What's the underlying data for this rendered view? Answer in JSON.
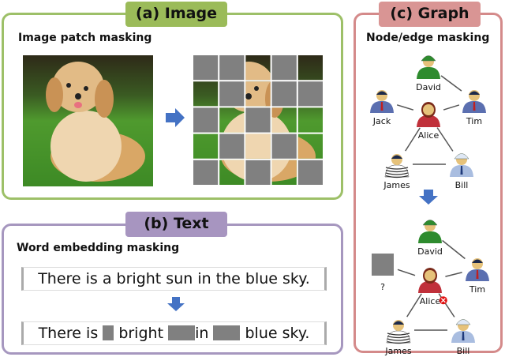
{
  "image_panel": {
    "title": "(a) Image",
    "subtitle": "Image patch masking",
    "mask_grid": [
      [
        1,
        1,
        0,
        1,
        0
      ],
      [
        0,
        1,
        0,
        1,
        1
      ],
      [
        1,
        0,
        1,
        0,
        0
      ],
      [
        0,
        1,
        0,
        1,
        0
      ],
      [
        1,
        0,
        1,
        0,
        1
      ]
    ]
  },
  "text_panel": {
    "title": "(b) Text",
    "subtitle": "Word embedding masking",
    "original_sentence": "There is a bright sun in the blue sky.",
    "masked_sentence": {
      "part1": "There is",
      "part2": "bright",
      "part3": "in",
      "part4": "blue sky."
    }
  },
  "graph_panel": {
    "title": "(c) Graph",
    "subtitle": "Node/edge masking",
    "original": {
      "nodes": [
        {
          "name": "David",
          "icon": "officer"
        },
        {
          "name": "Jack",
          "icon": "suit"
        },
        {
          "name": "Tim",
          "icon": "suit"
        },
        {
          "name": "Alice",
          "icon": "woman"
        },
        {
          "name": "James",
          "icon": "prisoner"
        },
        {
          "name": "Bill",
          "icon": "police"
        }
      ],
      "edges": [
        [
          "David",
          "Tim"
        ],
        [
          "Jack",
          "Alice"
        ],
        [
          "Tim",
          "Alice"
        ],
        [
          "Alice",
          "James"
        ],
        [
          "Alice",
          "Bill"
        ],
        [
          "James",
          "Bill"
        ]
      ]
    },
    "masked": {
      "nodes": [
        {
          "name": "David",
          "icon": "officer"
        },
        {
          "name": "?",
          "icon": "masked"
        },
        {
          "name": "Tim",
          "icon": "suit"
        },
        {
          "name": "Alice",
          "icon": "woman"
        },
        {
          "name": "James",
          "icon": "prisoner"
        },
        {
          "name": "Bill",
          "icon": "police"
        }
      ],
      "edges": [
        [
          "David",
          "Tim"
        ],
        [
          "?",
          "Alice"
        ],
        [
          "Tim",
          "Alice"
        ],
        [
          "Alice",
          "James"
        ],
        [
          "Alice",
          "Bill"
        ],
        [
          "James",
          "Bill"
        ]
      ],
      "masked_edge": [
        "Alice",
        "Bill"
      ]
    }
  },
  "colors": {
    "image": "#9bbb59",
    "text": "#a795c0",
    "graph": "#d99594",
    "arrow": "#4472c4",
    "mask": "#808080"
  }
}
